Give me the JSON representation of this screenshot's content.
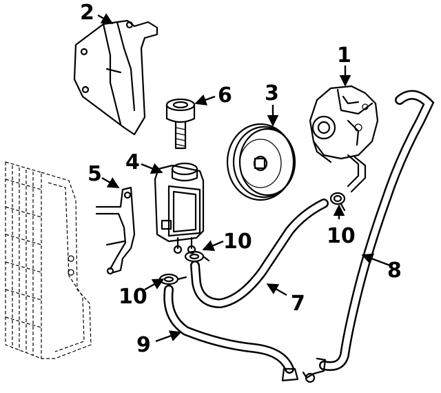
{
  "callouts": [
    {
      "id": "1",
      "label": "1"
    },
    {
      "id": "2",
      "label": "2"
    },
    {
      "id": "3",
      "label": "3"
    },
    {
      "id": "4",
      "label": "4"
    },
    {
      "id": "5",
      "label": "5"
    },
    {
      "id": "6",
      "label": "6"
    },
    {
      "id": "7",
      "label": "7"
    },
    {
      "id": "8",
      "label": "8"
    },
    {
      "id": "9",
      "label": "9"
    },
    {
      "id": "10a",
      "label": "10"
    },
    {
      "id": "10b",
      "label": "10"
    },
    {
      "id": "10c",
      "label": "10"
    }
  ]
}
